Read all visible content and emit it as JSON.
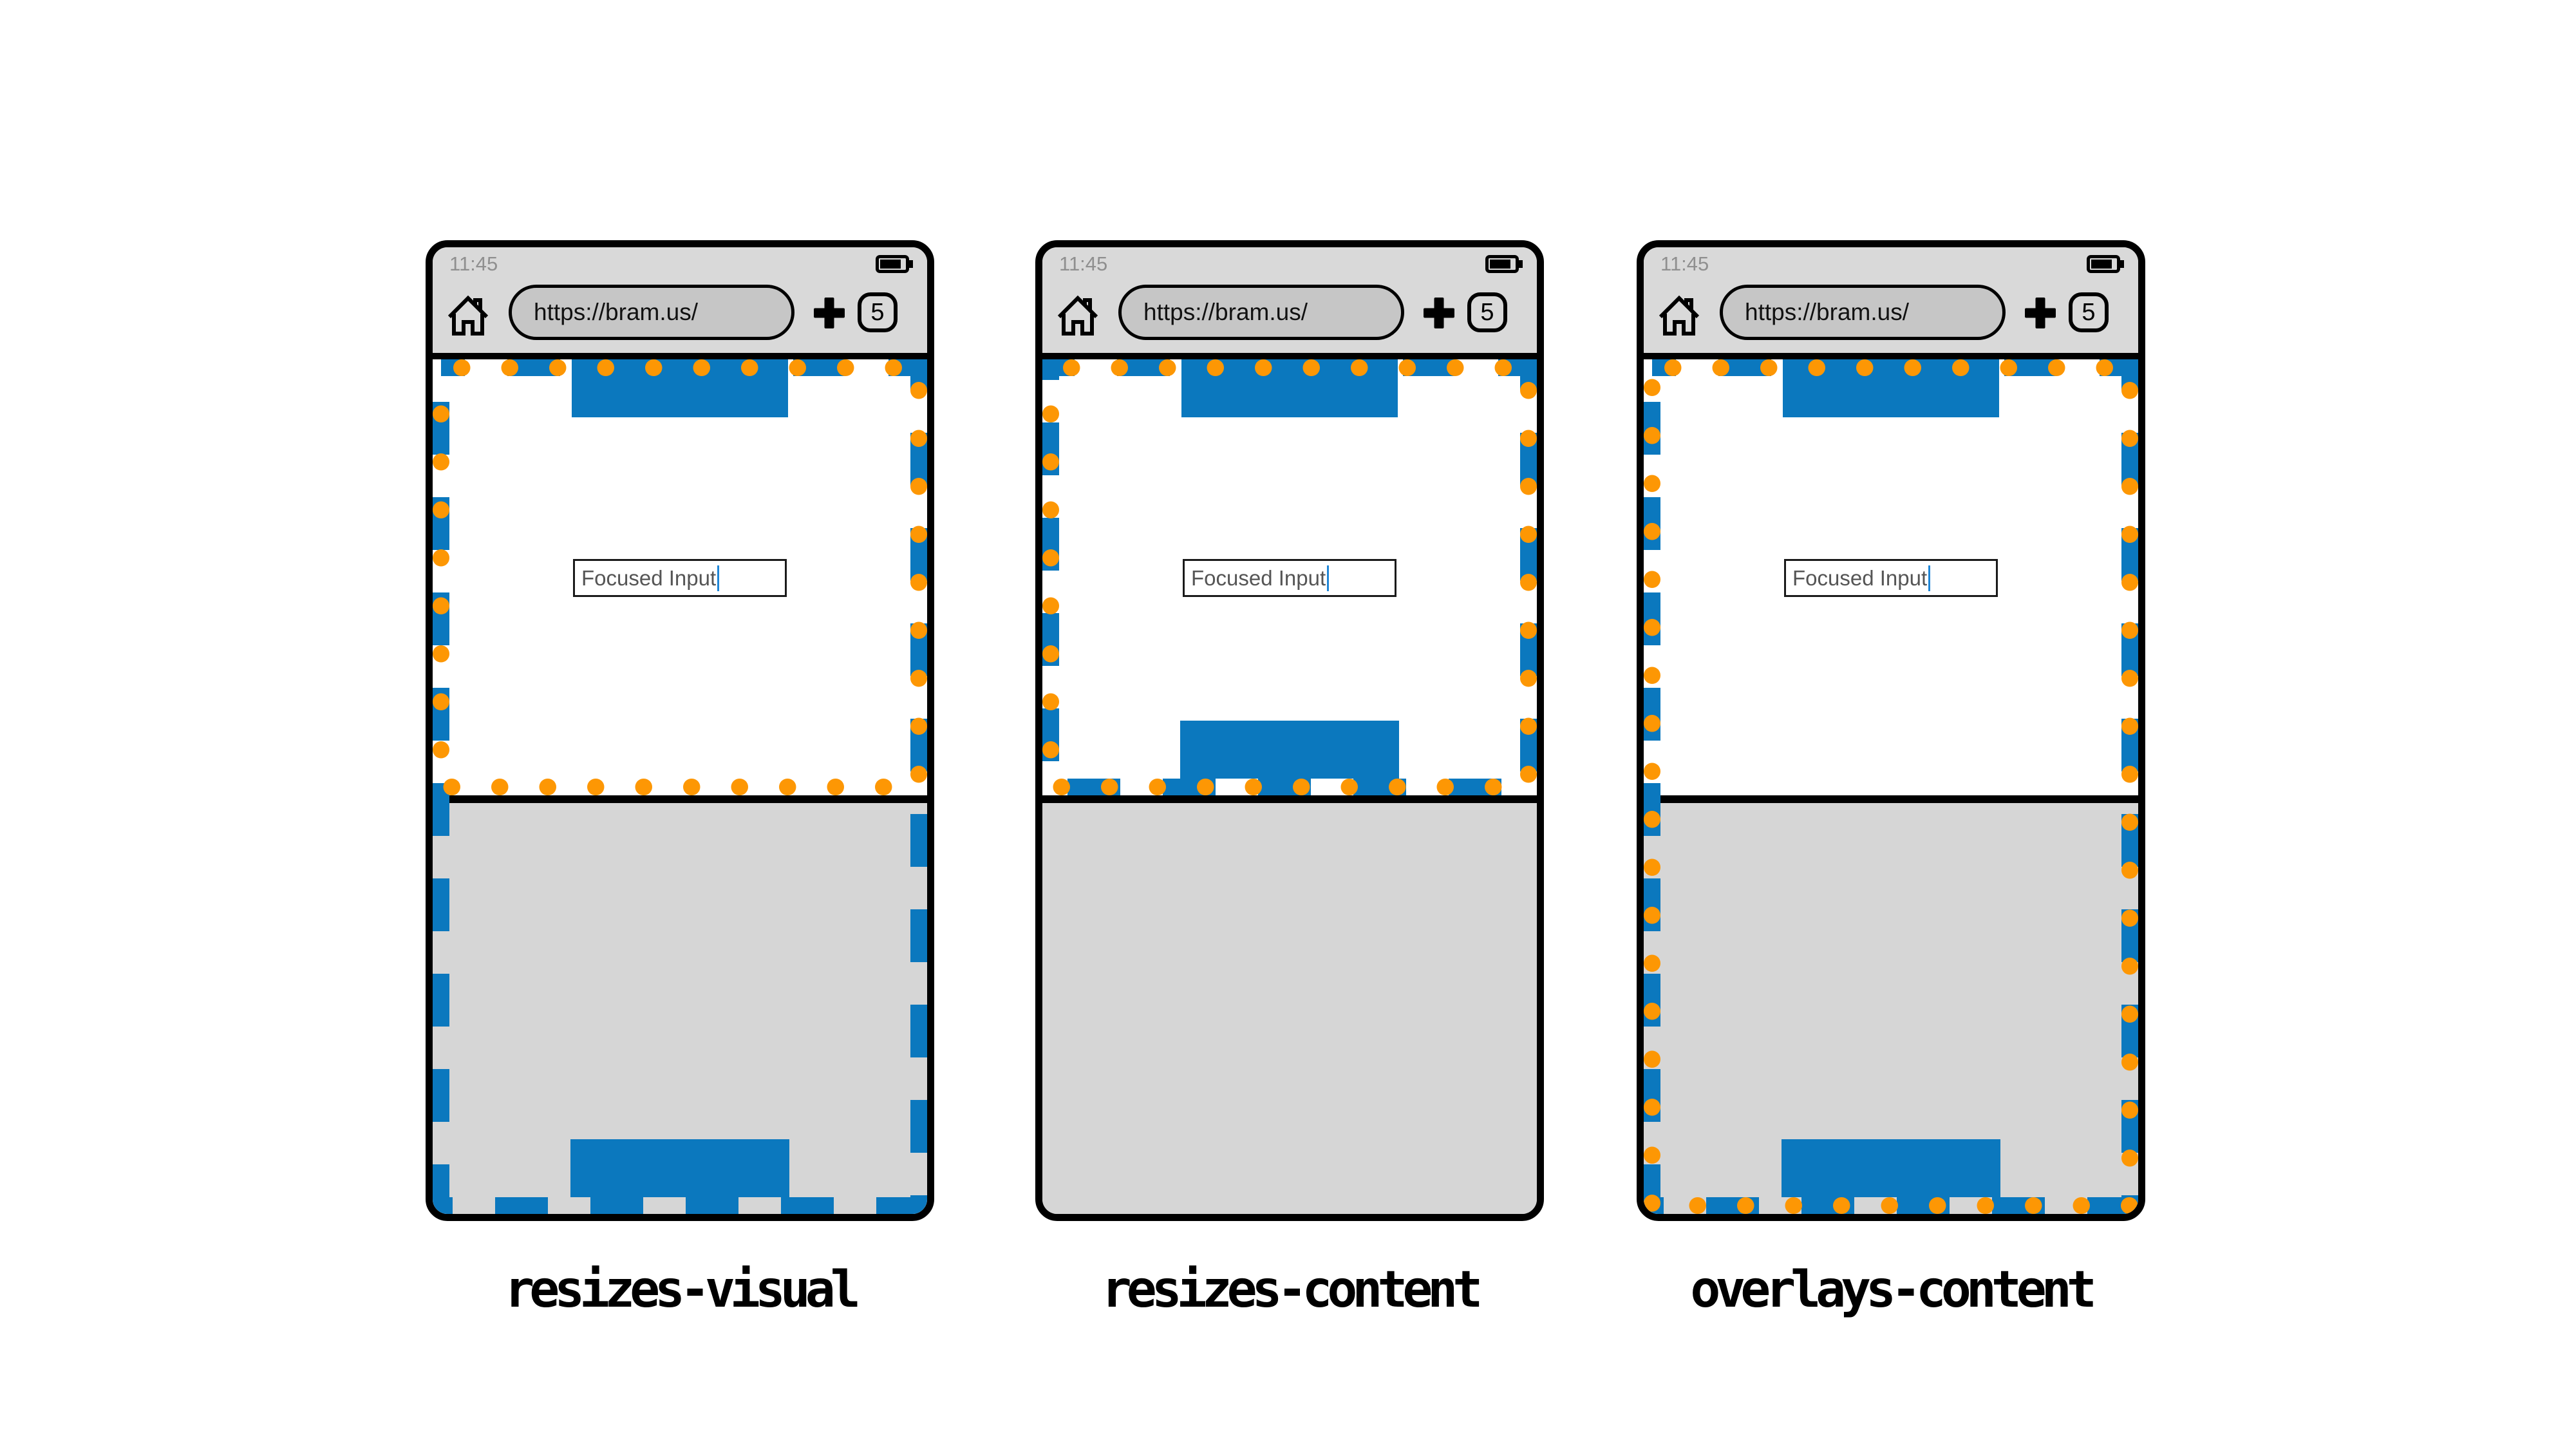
{
  "colors": {
    "layout_viewport_blue": "#0b78be",
    "visual_viewport_orange": "#fd9704",
    "chrome_gray": "#d9d9d9",
    "keyboard_gray": "#d6d6d6",
    "url_pill_gray": "#c6c6c6",
    "phone_outline_black": "#000000",
    "caret_blue": "#1f86d6",
    "time_gray": "#8f8f8f",
    "input_text_gray": "#555555"
  },
  "icons": {
    "home": "home-icon",
    "new_tab": "plus-icon",
    "tabs": "tab-counter-box",
    "battery": "battery-icon"
  },
  "phones": [
    {
      "label": "resizes-visual",
      "status_bar": {
        "time": "11:45"
      },
      "browser_chrome": {
        "url": "https://bram.us/",
        "tab_count": "5"
      },
      "content": {
        "input_value": "Focused Input"
      },
      "viewports": {
        "layout_covers_keyboard": true,
        "visual_covers_keyboard": false
      }
    },
    {
      "label": "resizes-content",
      "status_bar": {
        "time": "11:45"
      },
      "browser_chrome": {
        "url": "https://bram.us/",
        "tab_count": "5"
      },
      "content": {
        "input_value": "Focused Input"
      },
      "viewports": {
        "layout_covers_keyboard": false,
        "visual_covers_keyboard": false
      }
    },
    {
      "label": "overlays-content",
      "status_bar": {
        "time": "11:45"
      },
      "browser_chrome": {
        "url": "https://bram.us/",
        "tab_count": "5"
      },
      "content": {
        "input_value": "Focused Input"
      },
      "viewports": {
        "layout_covers_keyboard": true,
        "visual_covers_keyboard": true
      }
    }
  ]
}
